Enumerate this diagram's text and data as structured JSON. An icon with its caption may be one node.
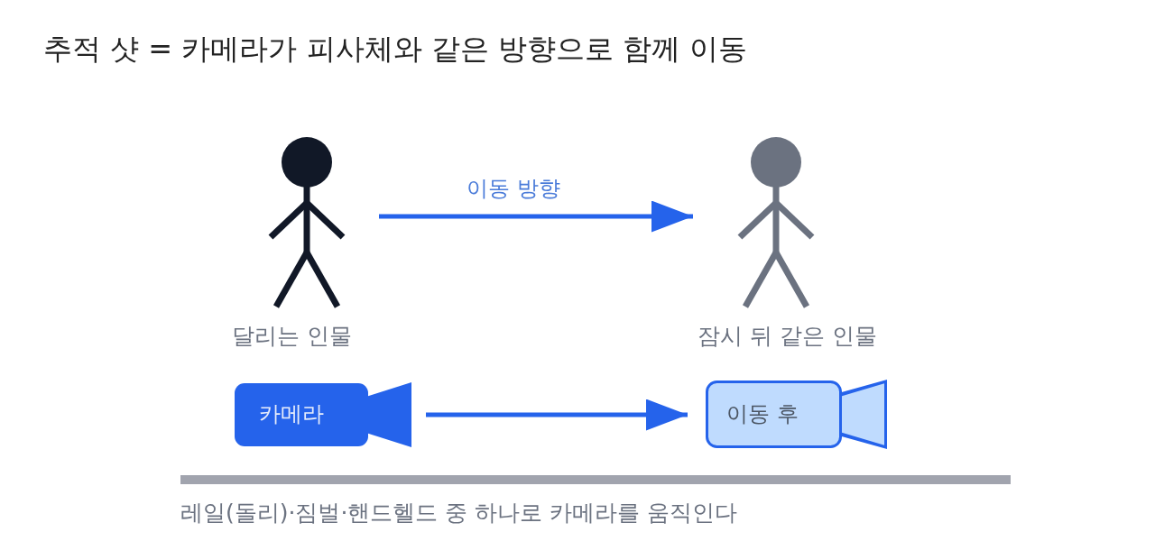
{
  "diagram": {
    "title": "추적 샷 = 카메라가 피사체와 같은 방향으로 함께 이동",
    "nodes": [
      {
        "text": [],
        "shape": "person",
        "beside": [
          "달리는 인물"
        ]
      },
      {
        "text": [],
        "shape": "person",
        "beside": [
          "잠시 뒤 같은 인물"
        ]
      },
      {
        "text": [
          "카메라"
        ]
      },
      {
        "text": [
          "이동 후"
        ]
      }
    ],
    "edges": [
      {
        "from": 0,
        "to": 1,
        "arrow": "to",
        "label": "이동 방향"
      },
      {
        "from": 2,
        "to": 3,
        "arrow": "to"
      }
    ],
    "labels": [
      "레일(돌리)·짐벌·핸드헬드 중 하나로 카메라를 움직인다"
    ]
  }
}
